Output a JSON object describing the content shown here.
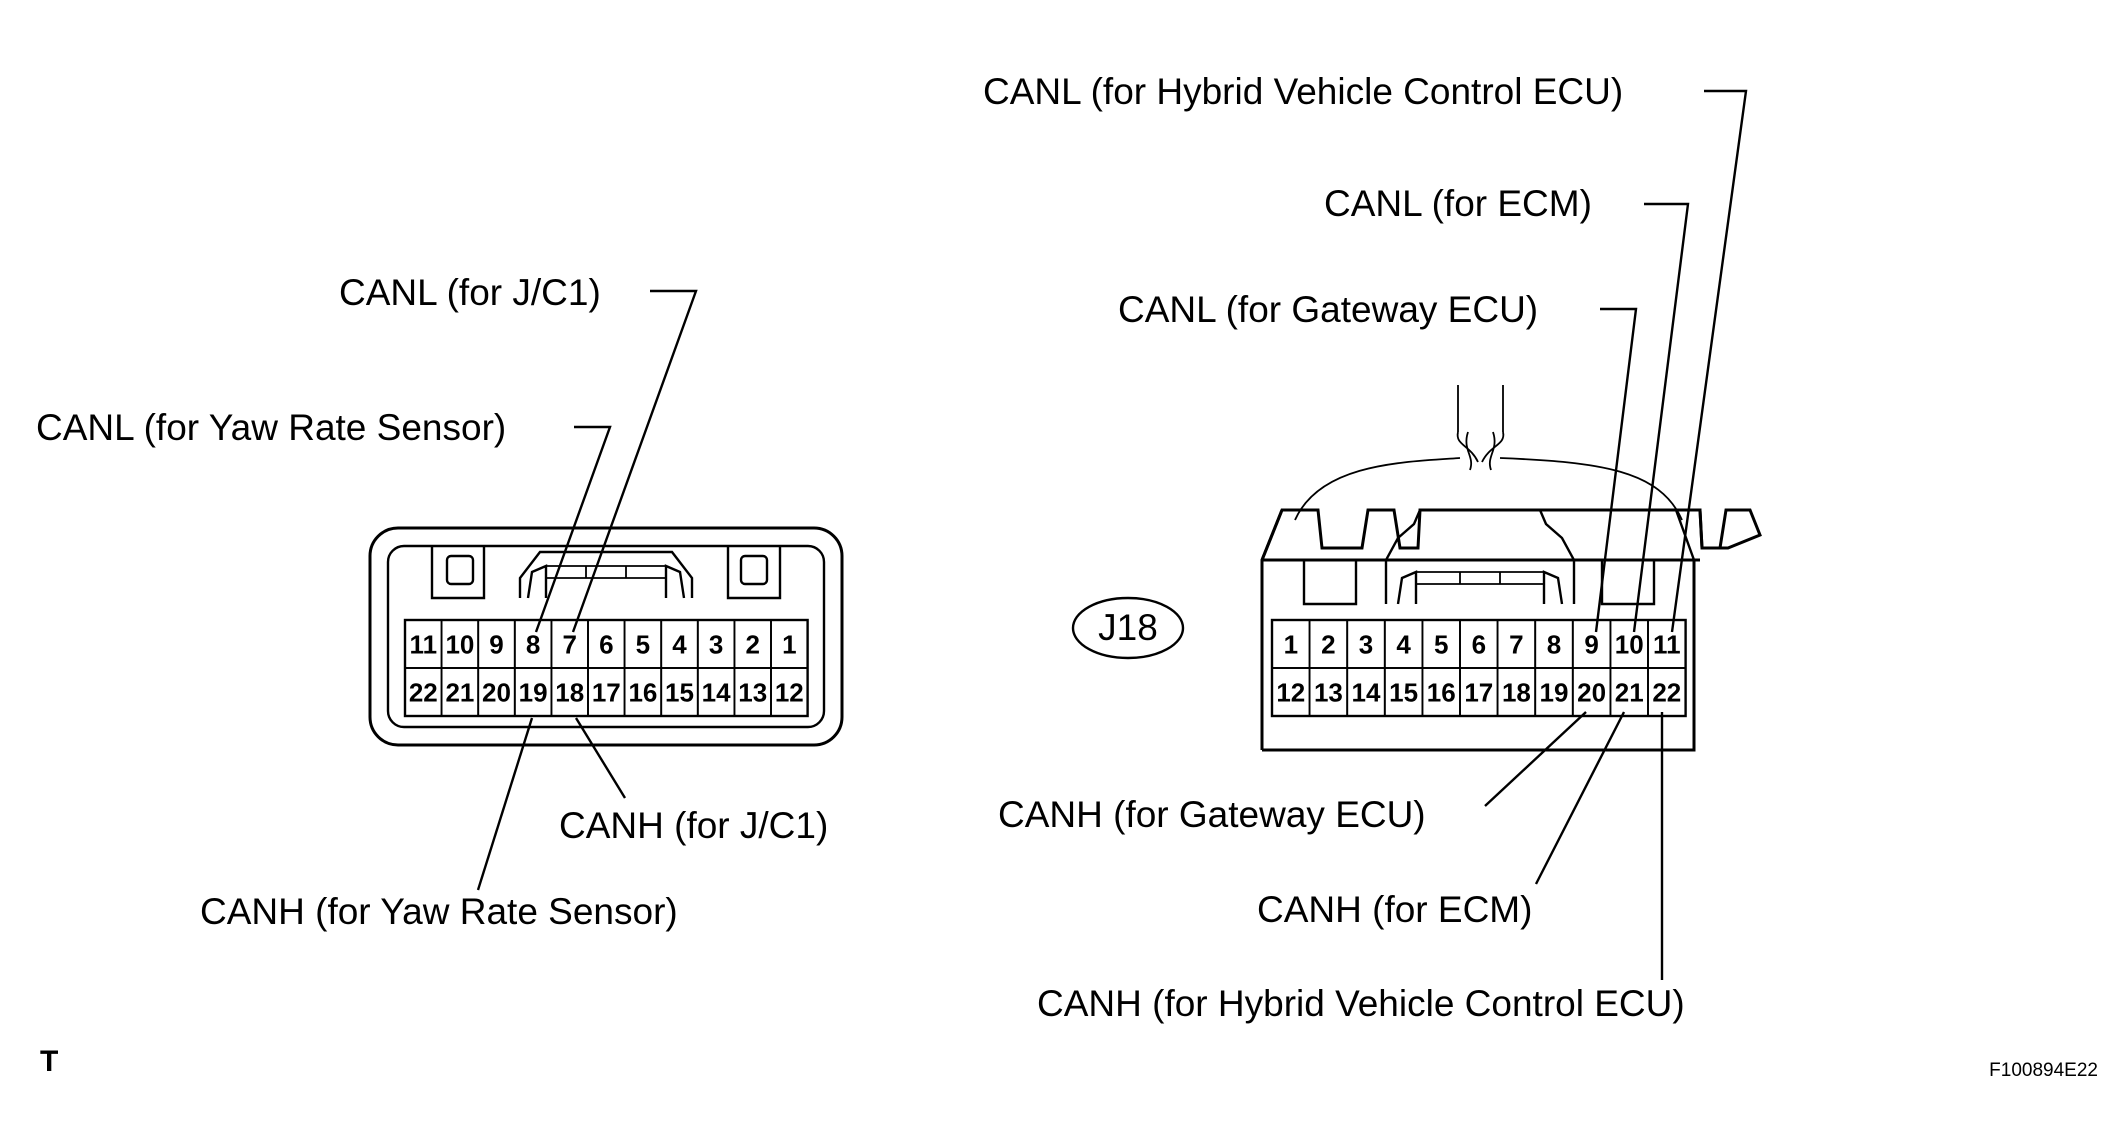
{
  "left_connector": {
    "top_row": [
      "11",
      "10",
      "9",
      "8",
      "7",
      "6",
      "5",
      "4",
      "3",
      "2",
      "1"
    ],
    "bottom_row": [
      "22",
      "21",
      "20",
      "19",
      "18",
      "17",
      "16",
      "15",
      "14",
      "13",
      "12"
    ],
    "labels": {
      "canl_jc1": "CANL (for J/C1)",
      "canl_yaw": "CANL (for Yaw Rate Sensor)",
      "canh_jc1": "CANH (for J/C1)",
      "canh_yaw": "CANH (for Yaw Rate Sensor)"
    }
  },
  "right_connector": {
    "id": "J18",
    "top_row": [
      "1",
      "2",
      "3",
      "4",
      "5",
      "6",
      "7",
      "8",
      "9",
      "10",
      "11"
    ],
    "bottom_row": [
      "12",
      "13",
      "14",
      "15",
      "16",
      "17",
      "18",
      "19",
      "20",
      "21",
      "22"
    ],
    "labels": {
      "canl_hv": "CANL (for Hybrid Vehicle Control ECU)",
      "canl_ecm": "CANL (for ECM)",
      "canl_gw": "CANL (for Gateway ECU)",
      "canh_gw": "CANH (for Gateway ECU)",
      "canh_ecm": "CANH (for ECM)",
      "canh_hv": "CANH (for Hybrid Vehicle Control ECU)"
    }
  },
  "footer": {
    "mark": "T",
    "figure_id": "F100894E22"
  }
}
